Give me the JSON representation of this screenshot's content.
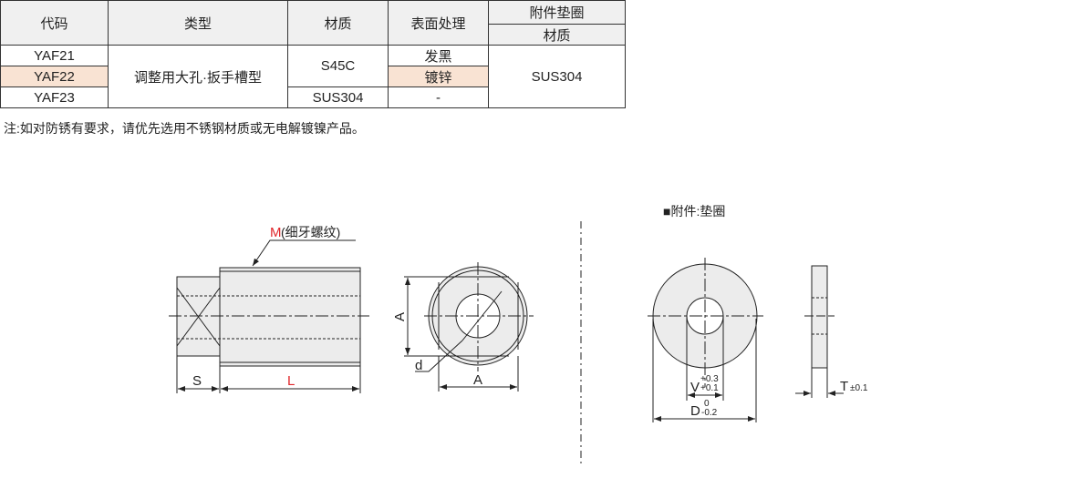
{
  "table": {
    "headers": {
      "code": "代码",
      "type": "类型",
      "material": "材质",
      "surface": "表面处理",
      "accessory": "附件垫圈",
      "accessory_material": "材质"
    },
    "rows": [
      {
        "code": "YAF21",
        "surface": "发黑"
      },
      {
        "code": "YAF22",
        "surface": "镀锌"
      },
      {
        "code": "YAF23",
        "surface": "-"
      }
    ],
    "type_value": "调整用大孔·扳手槽型",
    "material_s45c": "S45C",
    "material_sus": "SUS304",
    "washer_material": "SUS304",
    "highlight_color": "#f9e3d3"
  },
  "note": "注:如对防锈有要求，请优先选用不锈钢材质或无电解镀镍产品。",
  "drawing": {
    "m_label": "M",
    "m_desc": "(细牙螺纹)",
    "s": "S",
    "l": "L",
    "a_v": "A",
    "a_h": "A",
    "d": "d",
    "washer_title": "■附件:垫圈",
    "v": "V",
    "v_upper": "+0.3",
    "v_lower": "+0.1",
    "dd": "D",
    "d_upper": "0",
    "d_lower": "-0.2",
    "t": "T",
    "t_tol": "±0.1"
  }
}
